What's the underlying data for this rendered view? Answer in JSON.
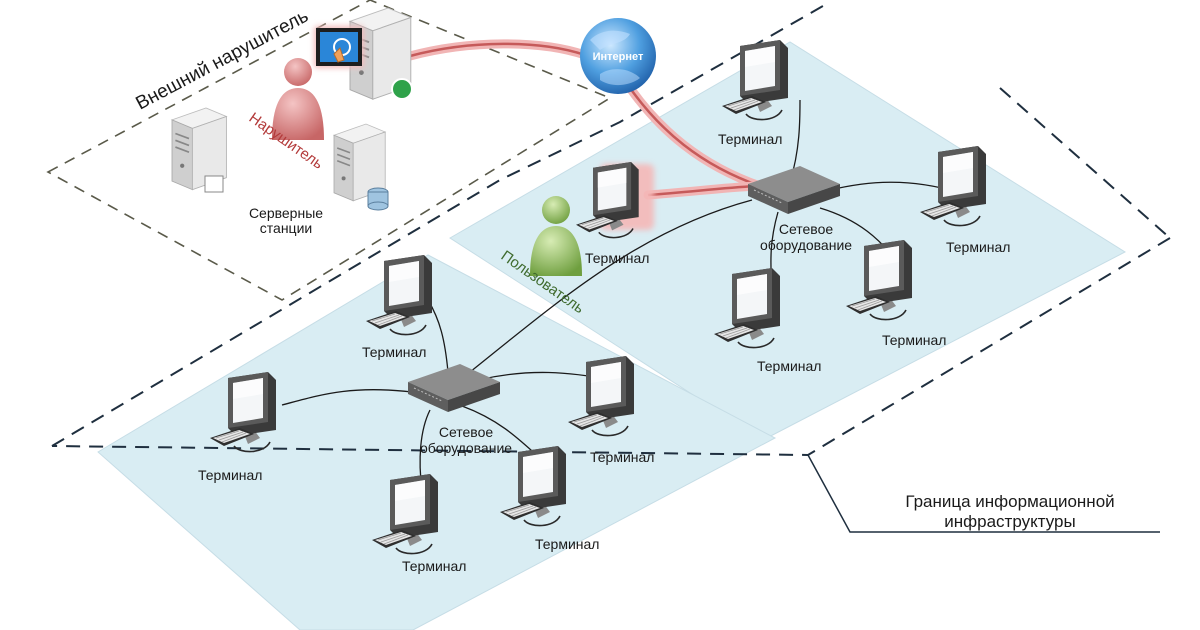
{
  "external_zone": {
    "title": "Внешний нарушитель",
    "intruder_label": "Нарушитель",
    "servers_label_line1": "Серверные",
    "servers_label_line2": "станции"
  },
  "internet": {
    "label": "Интернет"
  },
  "user": {
    "label": "Пользователь"
  },
  "terminal_label": "Терминал",
  "switch_label_line1": "Сетевое",
  "switch_label_line2": "оборудование",
  "boundary_label_line1": "Граница информационной",
  "boundary_label_line2": "инфраструктуры",
  "colors": {
    "zone_fill": "#d9edf3",
    "threat_link": "#d97a7a",
    "intruder": "#d88a8a",
    "user": "#8fbf5a"
  }
}
